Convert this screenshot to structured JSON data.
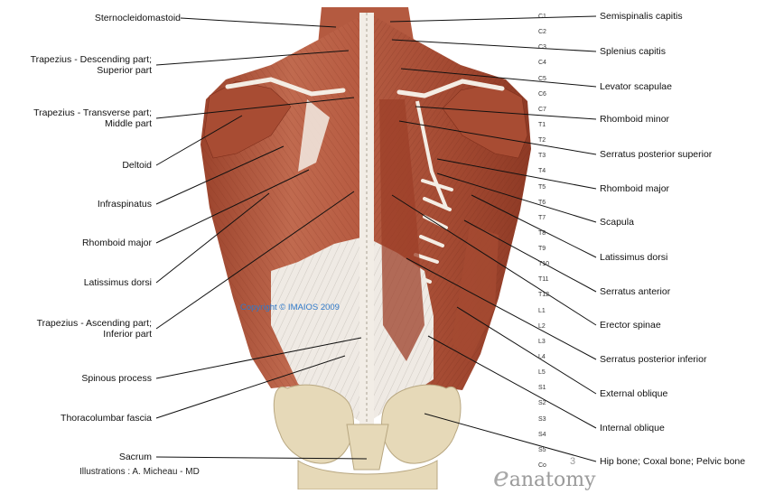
{
  "labels_left": [
    {
      "key": "sternocleidomastoid",
      "lines": [
        "Sternocleidomastoid"
      ]
    },
    {
      "key": "trapezius-descending",
      "lines": [
        "Trapezius - Descending part;",
        "Superior part"
      ]
    },
    {
      "key": "trapezius-transverse",
      "lines": [
        "Trapezius - Transverse part;",
        "Middle part"
      ]
    },
    {
      "key": "deltoid",
      "lines": [
        "Deltoid"
      ]
    },
    {
      "key": "infraspinatus",
      "lines": [
        "Infraspinatus"
      ]
    },
    {
      "key": "rhomboid-major-left",
      "lines": [
        "Rhomboid major"
      ]
    },
    {
      "key": "latissimus-dorsi-left",
      "lines": [
        "Latissimus dorsi"
      ]
    },
    {
      "key": "trapezius-ascending",
      "lines": [
        "Trapezius - Ascending part;",
        "Inferior part"
      ]
    },
    {
      "key": "spinous-process",
      "lines": [
        "Spinous process"
      ]
    },
    {
      "key": "thoracolumbar-fascia",
      "lines": [
        "Thoracolumbar fascia"
      ]
    },
    {
      "key": "sacrum",
      "lines": [
        "Sacrum"
      ]
    }
  ],
  "labels_right": [
    {
      "key": "semispinalis-capitis",
      "lines": [
        "Semispinalis capitis"
      ]
    },
    {
      "key": "splenius-capitis",
      "lines": [
        "Splenius capitis"
      ]
    },
    {
      "key": "levator-scapulae",
      "lines": [
        "Levator scapulae"
      ]
    },
    {
      "key": "rhomboid-minor",
      "lines": [
        "Rhomboid minor"
      ]
    },
    {
      "key": "serratus-posterior-superior",
      "lines": [
        "Serratus posterior superior"
      ]
    },
    {
      "key": "rhomboid-major-right",
      "lines": [
        "Rhomboid major"
      ]
    },
    {
      "key": "scapula",
      "lines": [
        "Scapula"
      ]
    },
    {
      "key": "latissimus-dorsi-right",
      "lines": [
        "Latissimus dorsi"
      ]
    },
    {
      "key": "serratus-anterior",
      "lines": [
        "Serratus anterior"
      ]
    },
    {
      "key": "erector-spinae",
      "lines": [
        "Erector spinae"
      ]
    },
    {
      "key": "serratus-posterior-inferior",
      "lines": [
        "Serratus posterior inferior"
      ]
    },
    {
      "key": "external-oblique",
      "lines": [
        "External oblique"
      ]
    },
    {
      "key": "internal-oblique",
      "lines": [
        "Internal oblique"
      ]
    },
    {
      "key": "hip-bone",
      "lines": [
        "Hip bone; Coxal bone; Pelvic bone"
      ]
    }
  ],
  "vertebrae": [
    "C1",
    "C2",
    "C3",
    "C4",
    "C5",
    "C6",
    "C7",
    "T1",
    "T2",
    "T3",
    "T4",
    "T5",
    "T6",
    "T7",
    "T8",
    "T9",
    "T10",
    "T11",
    "T12",
    "L1",
    "L2",
    "L3",
    "L4",
    "L5",
    "S1",
    "S2",
    "S3",
    "S4",
    "S5",
    "Co"
  ],
  "copyright": "Copyright © IMAIOS 2009",
  "credit": "Illustrations : A. Micheau - MD",
  "brand": {
    "mark": "e",
    "word": "anatomy",
    "page": "3"
  },
  "colors": {
    "muscle": "#b5563c",
    "muscle_dark": "#8c3a26",
    "muscle_light": "#d8957a",
    "tendon": "#f1ebe4",
    "bone": "#e6d9b8",
    "bone_edge": "#b8a781",
    "line": "#111111",
    "copyright": "#2f79c9"
  }
}
